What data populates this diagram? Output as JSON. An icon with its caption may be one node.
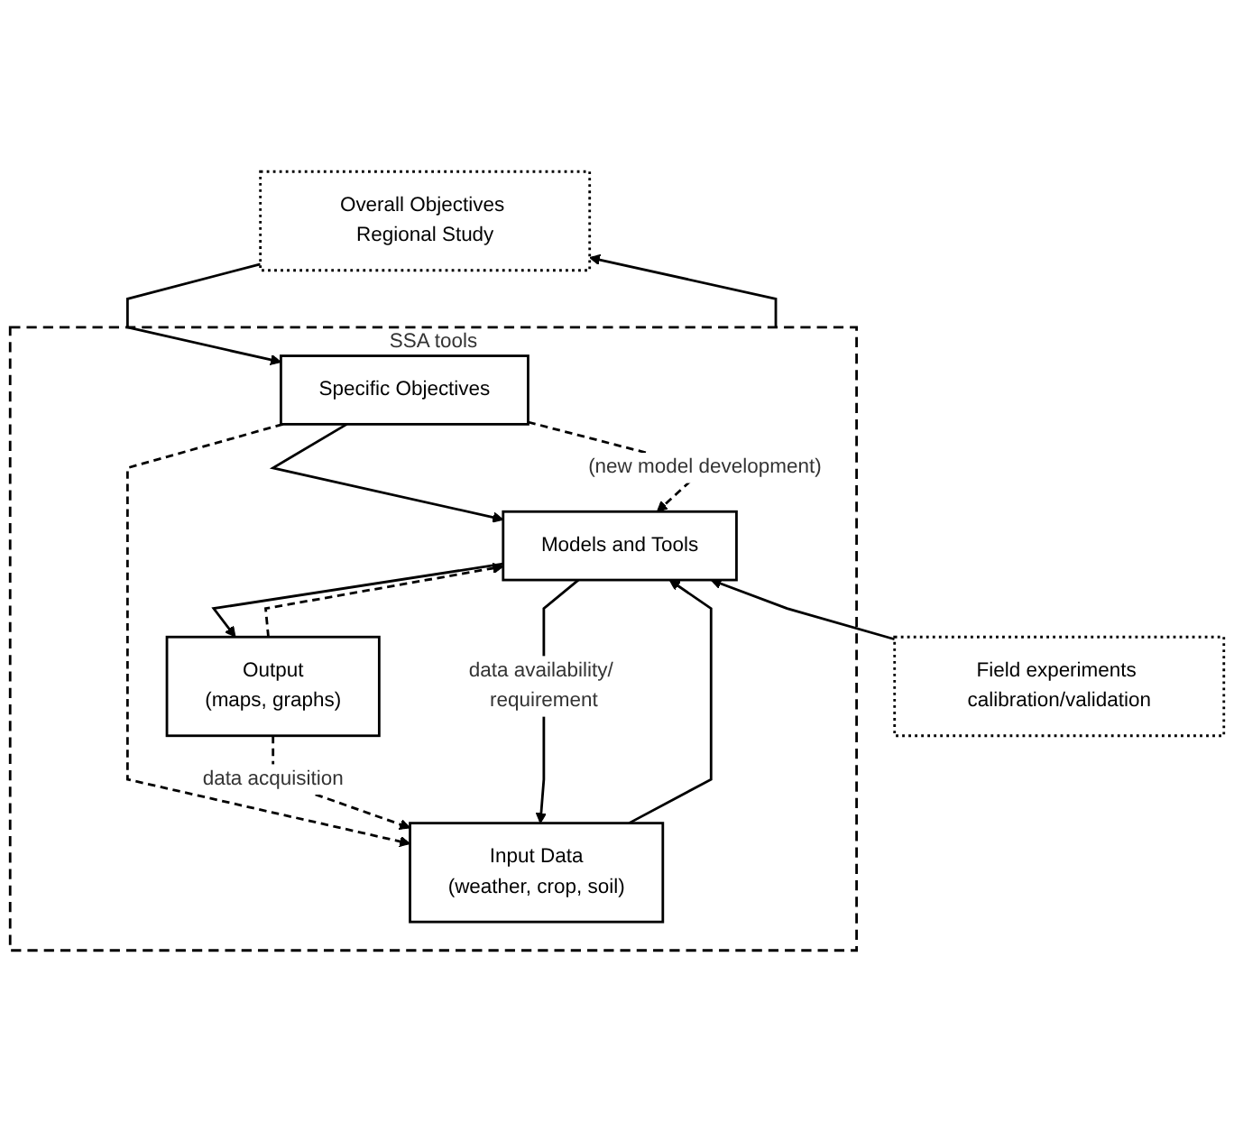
{
  "diagram": {
    "nodes": [
      {
        "text": [
          "Overall Objectives Regional Study"
        ]
      },
      {
        "text": [
          "SSA tools"
        ]
      },
      {
        "text": [
          "Specific Objectives"
        ],
        "in": 1
      },
      {
        "text": [
          "Output",
          "(maps, graphs)"
        ],
        "in": 1
      },
      {
        "text": [
          "Input Data",
          "(weather, crop, soil)"
        ],
        "in": 1
      },
      {
        "text": [
          "Models and Tools"
        ],
        "in": 1
      },
      {
        "text": [
          "Field experiments calibration/validation"
        ]
      }
    ],
    "edges": [
      {
        "from": 0,
        "to": 2,
        "arrow": "to"
      },
      {
        "from": 1,
        "to": 0,
        "arrow": "to"
      },
      {
        "from": 2,
        "to": 5,
        "arrow": "to"
      },
      {
        "from": 2,
        "to": 5,
        "arrow": "to",
        "style": "dashed",
        "label": "(new model development)"
      },
      {
        "from": 2,
        "to": 4,
        "arrow": "to",
        "style": "dashed"
      },
      {
        "from": 3,
        "to": 5,
        "arrow": "to",
        "style": "dashed"
      },
      {
        "from": 3,
        "to": 4,
        "arrow": "to",
        "style": "dashed",
        "label": "data acquisition"
      },
      {
        "from": 4,
        "to": 5,
        "arrow": "to"
      },
      {
        "from": 5,
        "to": 4,
        "arrow": "to",
        "label": "data availability/ requirement"
      },
      {
        "from": 5,
        "to": 3,
        "arrow": "to"
      },
      {
        "from": 6,
        "to": 5,
        "arrow": "to"
      }
    ]
  }
}
